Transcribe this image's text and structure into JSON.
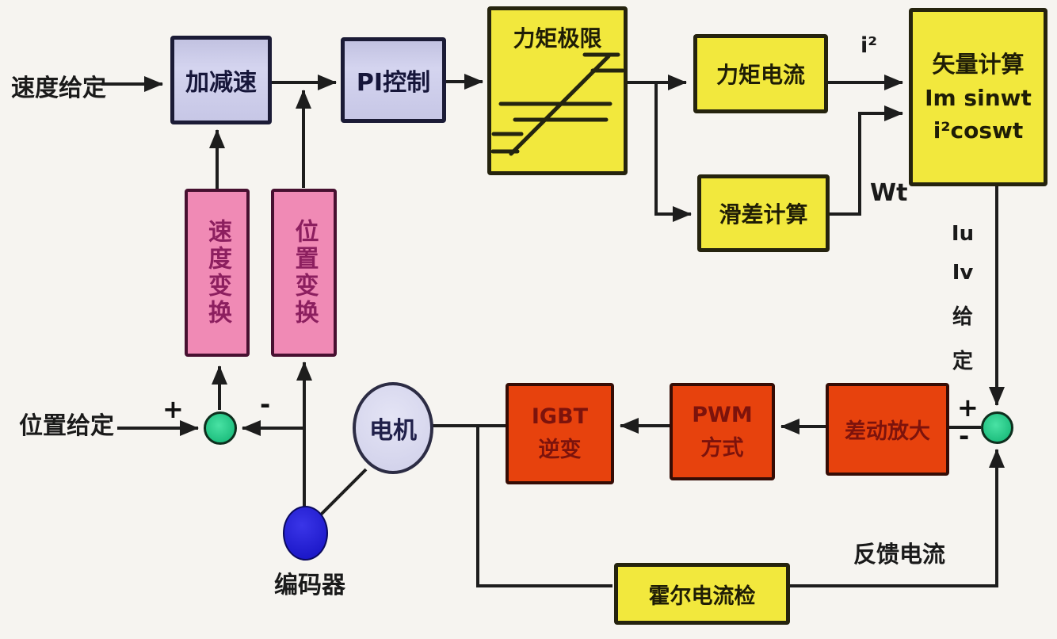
{
  "diagram": {
    "background": "#f6f4f0",
    "colors": {
      "yellow_box": "#f2e83d",
      "lavender_box": "#c9c9e7",
      "pink_box": "#f08ab5",
      "orange_box": "#e7420d",
      "green_node": "#16c17d",
      "blue_node": "#1c17d6",
      "wire": "#1d1d1d"
    },
    "nodes": {
      "accel_decel": "加减速",
      "pi_control": "PI控制",
      "torque_limit": "力矩极限",
      "torque_current": "力矩电流",
      "slip_calc": "滑差计算",
      "vector_calc_title": "矢量计算",
      "vector_calc_line2": "Im sinwt",
      "vector_calc_line3": "i²coswt",
      "speed_transform": "速度变换",
      "position_transform": "位置变换",
      "motor": "电机",
      "igbt_line1": "IGBT",
      "igbt_line2": "逆变",
      "pwm_line1": "PWM",
      "pwm_line2": "方式",
      "diff_amplify": "差动放大",
      "hall_current_detect": "霍尔电流检"
    },
    "labels": {
      "speed_reference": "速度给定",
      "position_reference": "位置给定",
      "encoder": "编码器",
      "feedback_current": "反馈电流",
      "i_squared": "i²",
      "wt": "Wt",
      "iu": "Iu",
      "iv": "Iv",
      "gei": "给",
      "ding": "定",
      "plus": "+",
      "minus": "-"
    }
  }
}
